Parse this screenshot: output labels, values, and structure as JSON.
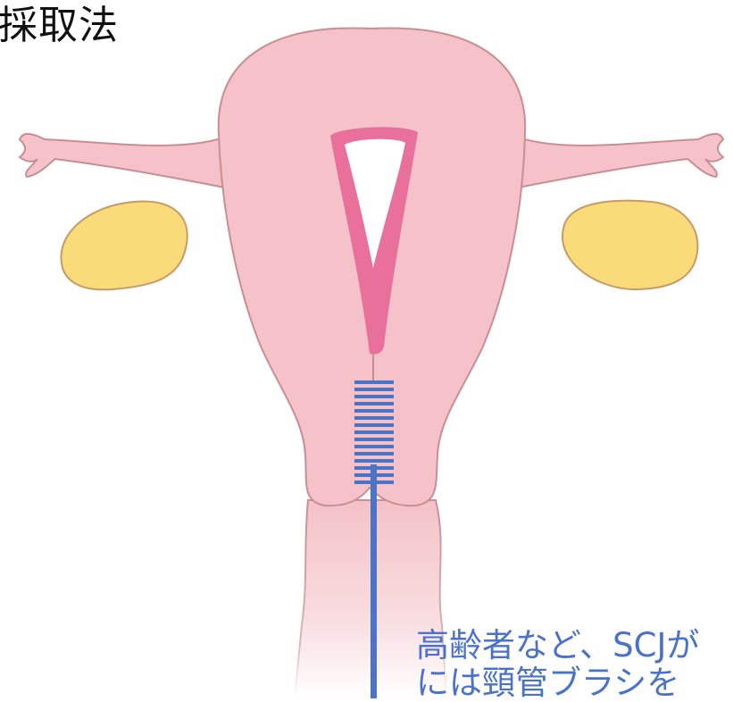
{
  "title": "採取法",
  "caption": {
    "line1": "高齢者など、SCJが",
    "line2": "には頸管ブラシを"
  },
  "colors": {
    "uterus": "#f4c2c8",
    "uterus_outline": "#c98e92",
    "endometrium": "#e8709a",
    "ovary": "#f9dc79",
    "brush": "#4a74c7",
    "caption": "#4a72c9"
  },
  "icons": [
    "cervical-brush-icon"
  ]
}
